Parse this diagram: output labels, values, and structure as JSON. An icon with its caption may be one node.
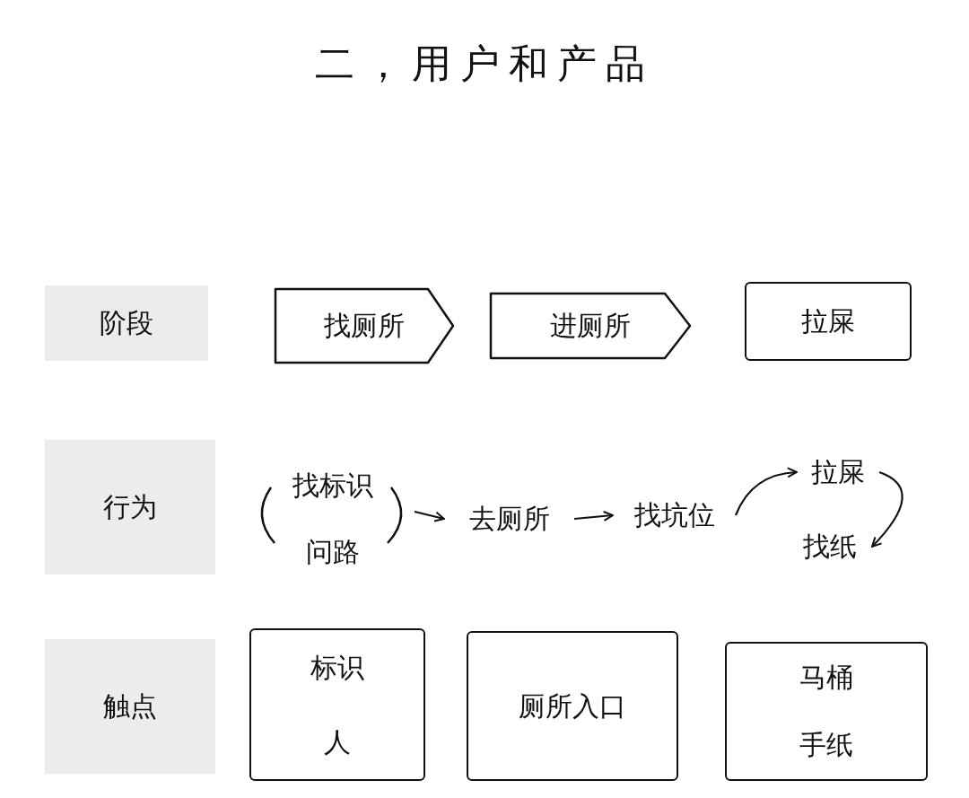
{
  "diagram": {
    "title": "二，用户和产品",
    "nodes": [
      {
        "text": [
          "阶段"
        ]
      },
      {
        "text": [
          "找厕所"
        ]
      },
      {
        "text": [
          "进厕所"
        ]
      },
      {
        "text": [
          "拉屎"
        ]
      },
      {
        "text": [
          "行为"
        ]
      },
      {
        "text": [
          "找标识",
          "问路"
        ]
      },
      {
        "text": [
          "去厕所"
        ]
      },
      {
        "text": [
          "找坑位"
        ]
      },
      {
        "text": [
          "拉屎"
        ]
      },
      {
        "text": [
          "找纸"
        ]
      },
      {
        "text": [
          "触点"
        ]
      },
      {
        "text": [
          "标识",
          "人"
        ]
      },
      {
        "text": [
          "厕所入口"
        ]
      },
      {
        "text": [
          "马桶",
          "手纸"
        ]
      }
    ],
    "edges": [
      {
        "from": 5,
        "to": 6,
        "arrow": "to"
      },
      {
        "from": 6,
        "to": 7,
        "arrow": "to"
      },
      {
        "from": 7,
        "to": 8,
        "arrow": "to"
      },
      {
        "from": 8,
        "to": 9,
        "arrow": "to"
      }
    ]
  }
}
